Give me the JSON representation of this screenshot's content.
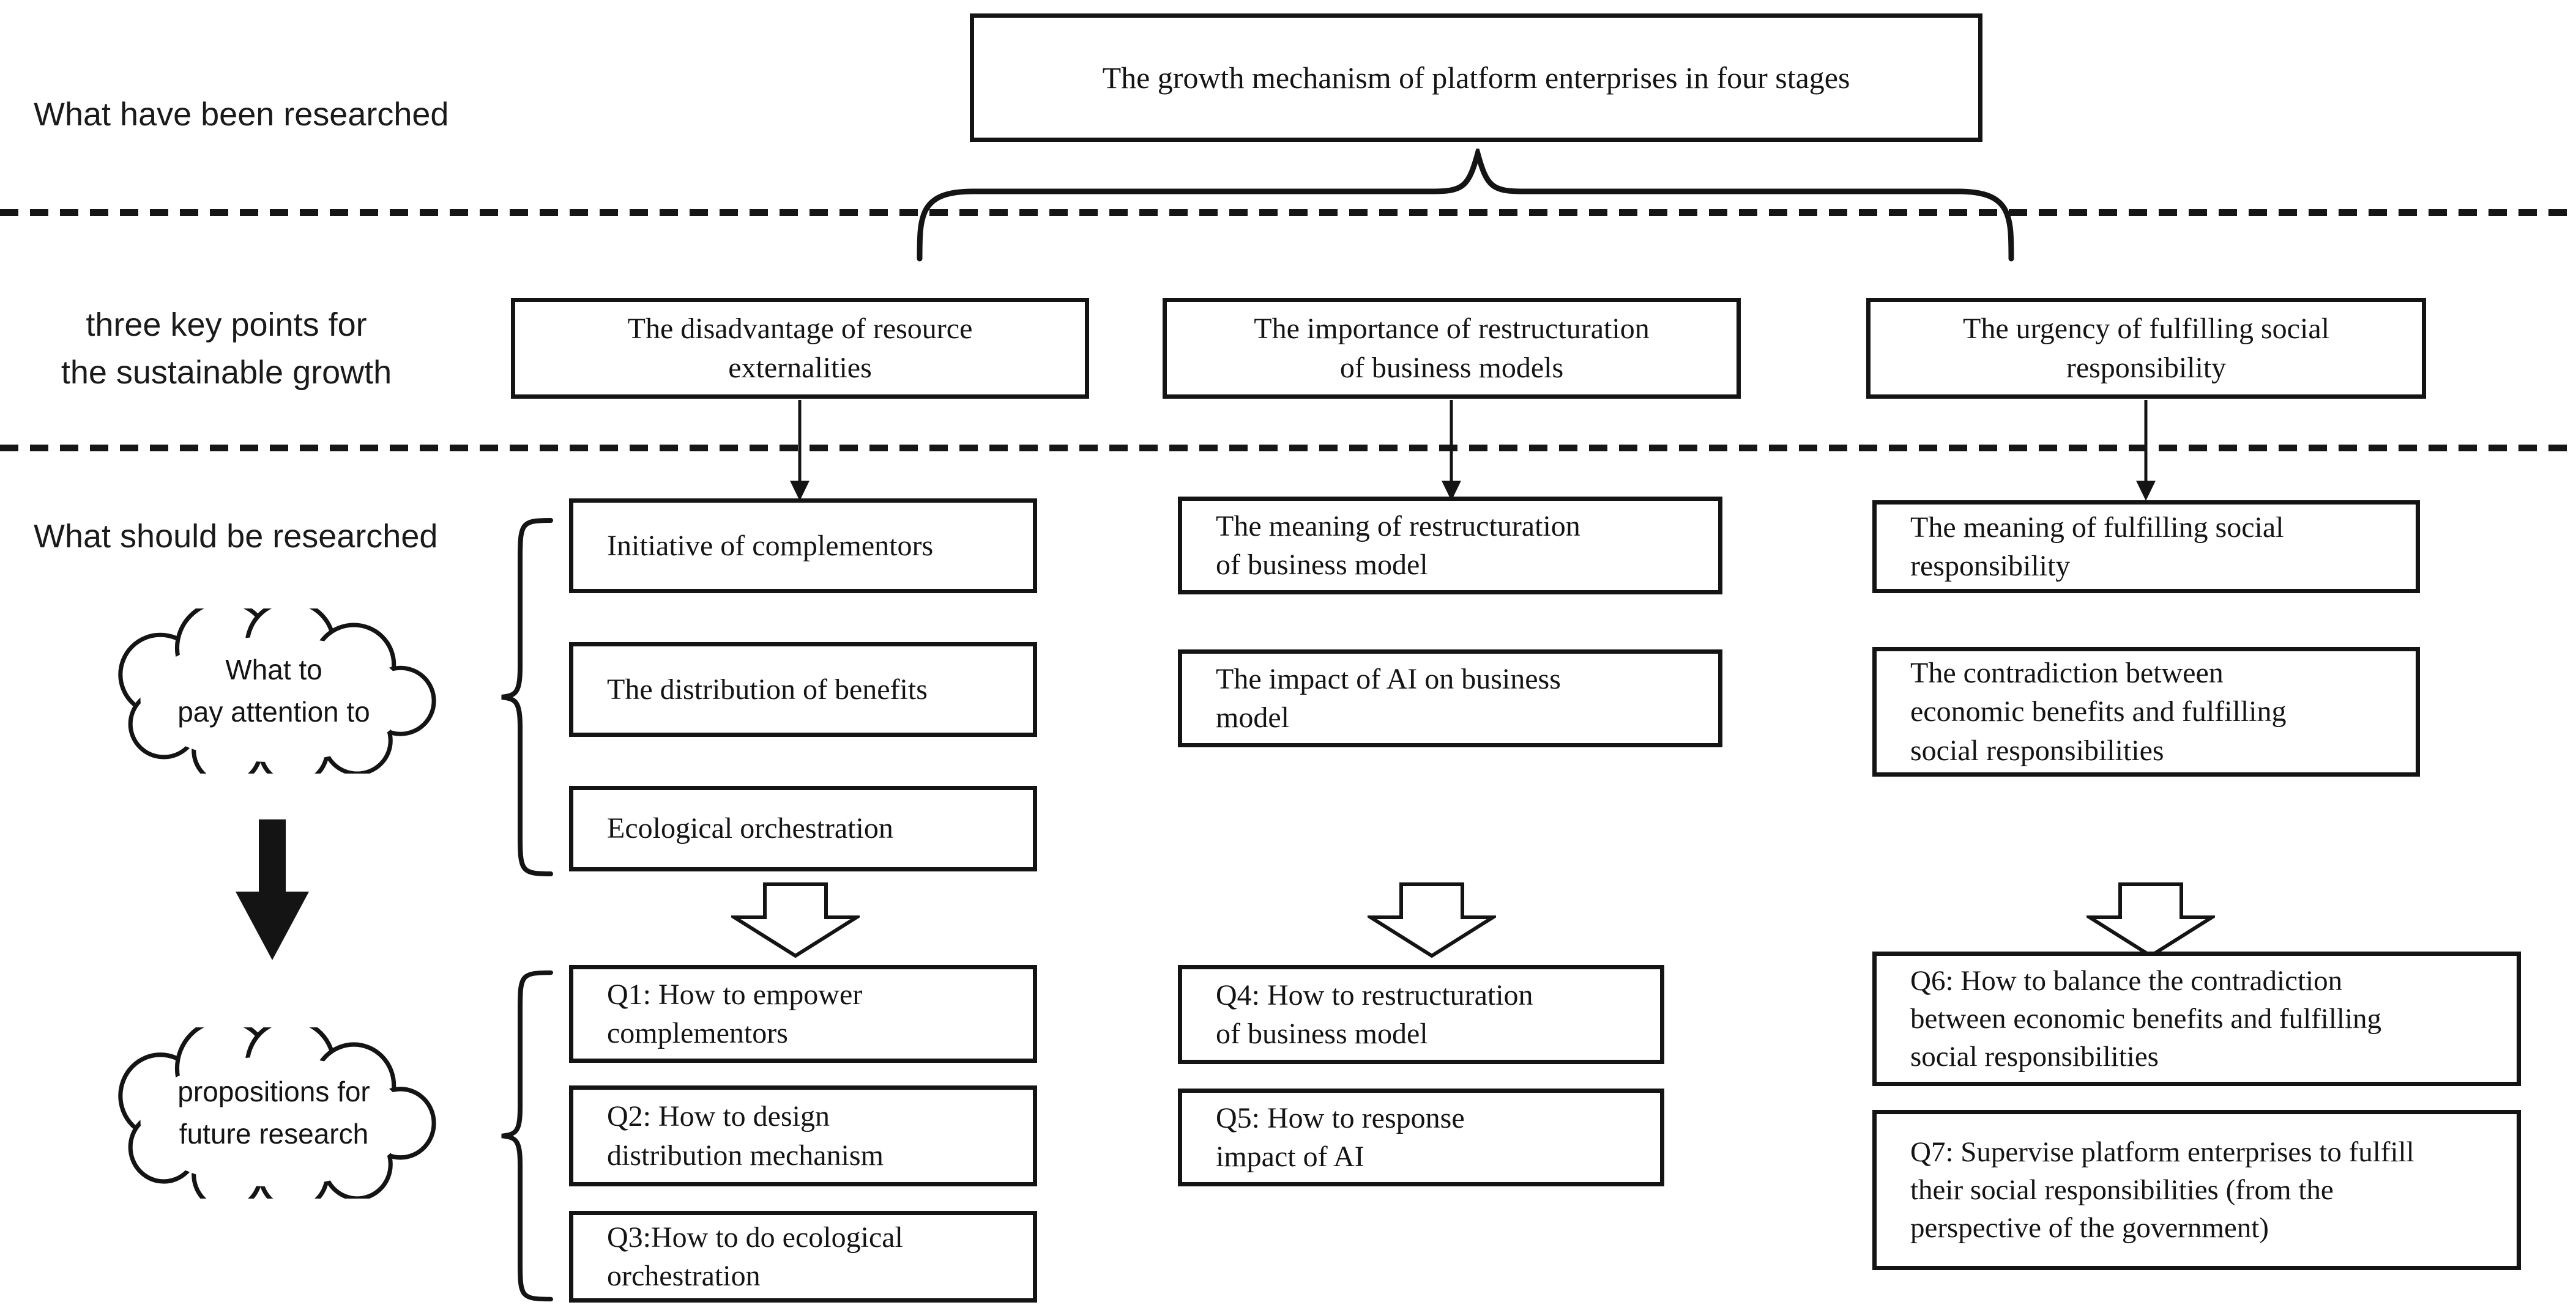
{
  "colors": {
    "ink": "#141414",
    "background": "#ffffff"
  },
  "header": {
    "top_box": "The growth mechanism of platform enterprises in four stages"
  },
  "row_labels": {
    "researched": "What have been researched",
    "three_key_points": "three key points for\nthe sustainable growth",
    "should_be_researched": "What should be researched"
  },
  "key_points": [
    "The disadvantage of resource\nexternalities",
    "The importance of restructuration\nof business models",
    "The urgency of fulfilling social\nresponsibility"
  ],
  "clouds": {
    "attention": "What to\npay attention to",
    "propositions": "propositions for\nfuture research"
  },
  "columns": [
    {
      "focus": [
        "Initiative of complementors",
        "The distribution of benefits",
        "Ecological orchestration"
      ],
      "questions": [
        "Q1: How to empower\ncomplementors",
        "Q2: How to design\ndistribution mechanism",
        "Q3:How to do ecological\norchestration"
      ]
    },
    {
      "focus": [
        "The meaning of restructuration\nof business model",
        "The impact of AI on business\nmodel"
      ],
      "questions": [
        "Q4: How to restructuration\nof business model",
        "Q5: How to response\nimpact of AI"
      ]
    },
    {
      "focus": [
        "The meaning of fulfilling social\nresponsibility",
        "The contradiction between\neconomic benefits and fulfilling\nsocial responsibilities"
      ],
      "questions": [
        "Q6: How to balance the contradiction\nbetween economic benefits and fulfilling\nsocial responsibilities",
        "Q7: Supervise platform enterprises to fulfill\ntheir social responsibilities (from the\nperspective of the government)"
      ]
    }
  ]
}
